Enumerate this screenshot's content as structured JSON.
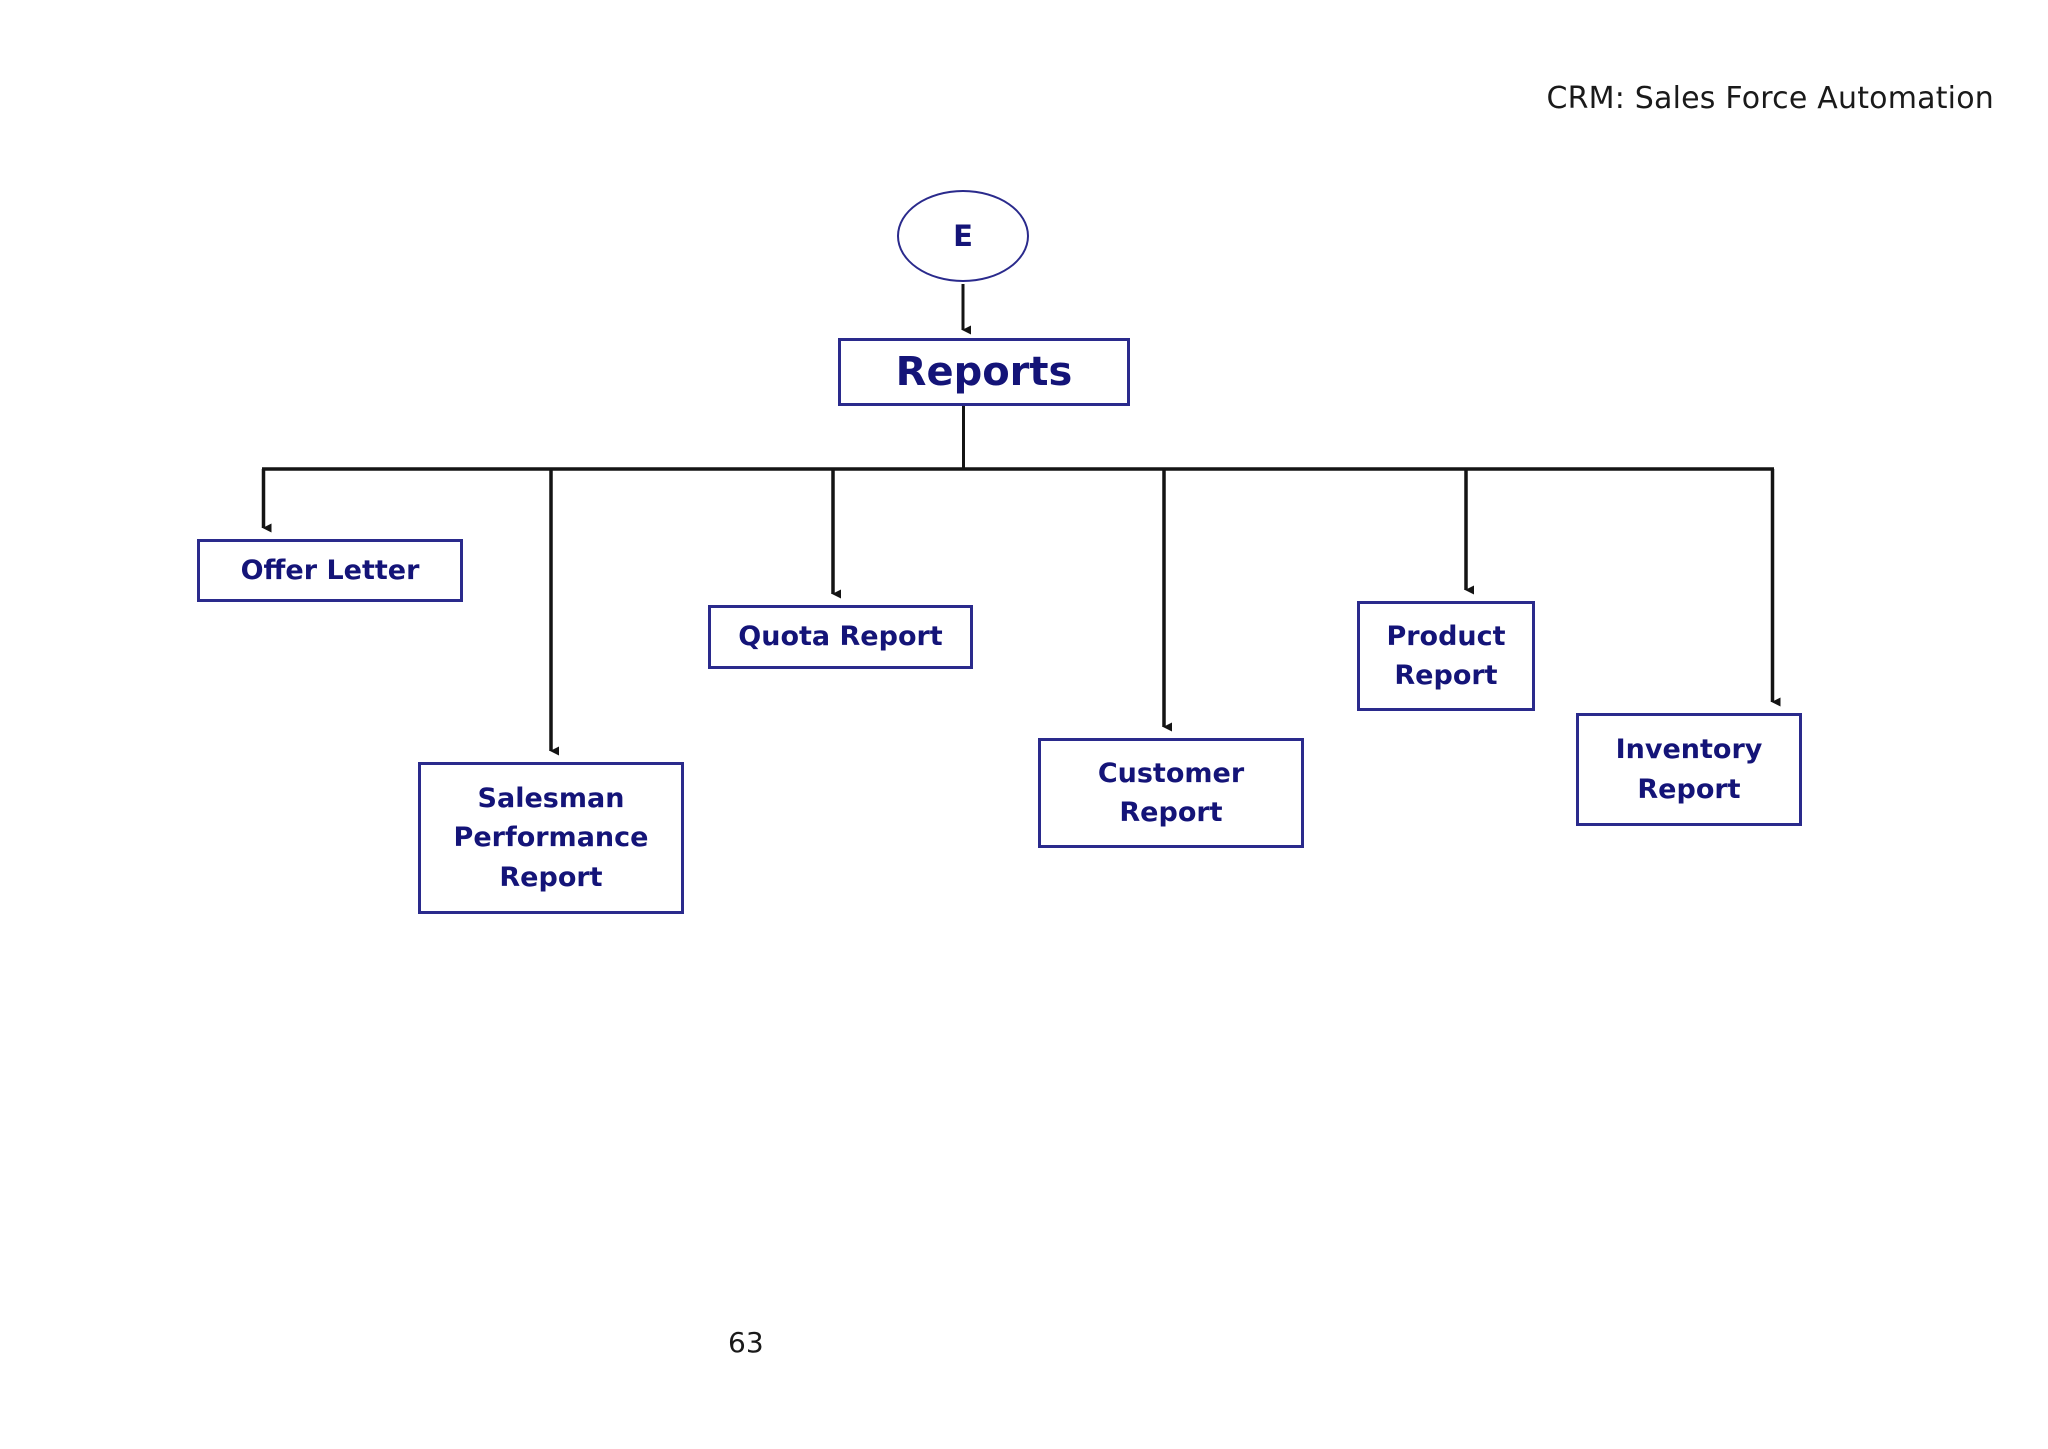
{
  "page": {
    "header_title": "CRM: Sales Force Automation",
    "page_number": "63",
    "background_color": "#ffffff"
  },
  "theme": {
    "node_border_color": "#2a2a8c",
    "node_text_color": "#141478",
    "connector_color": "#141414",
    "header_text_color": "#1a1a1a"
  },
  "diagram": {
    "type": "tree",
    "entity": {
      "shape": "ellipse",
      "label": "E"
    },
    "root": {
      "shape": "rectangle",
      "label": "Reports"
    },
    "children": [
      {
        "id": "offer-letter",
        "label": "Offer Letter",
        "shape": "rectangle"
      },
      {
        "id": "salesman-performance-report",
        "label": "Salesman\nPerformance\nReport",
        "shape": "rectangle"
      },
      {
        "id": "quota-report",
        "label": "Quota Report",
        "shape": "rectangle"
      },
      {
        "id": "customer-report",
        "label": "Customer\nReport",
        "shape": "rectangle"
      },
      {
        "id": "product-report",
        "label": "Product\nReport",
        "shape": "rectangle"
      },
      {
        "id": "inventory-report",
        "label": "Inventory\nReport",
        "shape": "rectangle"
      }
    ]
  }
}
